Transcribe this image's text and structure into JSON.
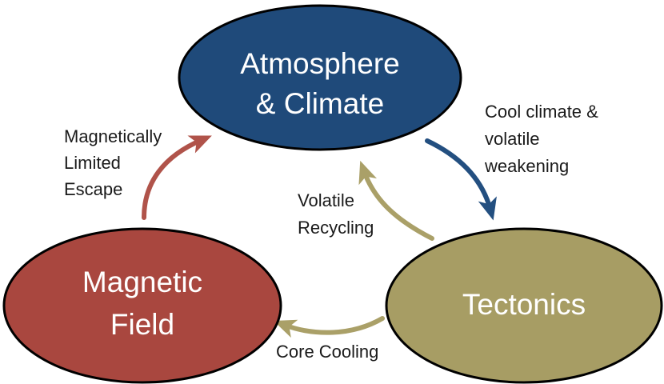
{
  "nodes": {
    "atmosphere": {
      "lines": [
        "Atmosphere",
        "& Climate"
      ],
      "fill": "#1f4a7a",
      "stroke": "#000000"
    },
    "magnetic": {
      "lines": [
        "Magnetic",
        "Field"
      ],
      "fill": "#a9473f",
      "stroke": "#000000"
    },
    "tectonics": {
      "lines": [
        "Tectonics"
      ],
      "fill": "#a79d64",
      "stroke": "#000000"
    }
  },
  "edges": {
    "magnetically_limited_escape": {
      "lines": [
        "Magnetically",
        "Limited",
        "Escape"
      ],
      "color": "#b0534a"
    },
    "cool_climate": {
      "lines": [
        "Cool climate &",
        "volatile",
        "weakening"
      ],
      "color": "#234f80"
    },
    "volatile_recycling": {
      "lines": [
        "Volatile",
        "Recycling"
      ],
      "color": "#aaa068"
    },
    "core_cooling": {
      "lines": [
        "Core Cooling"
      ],
      "color": "#aaa068"
    }
  }
}
